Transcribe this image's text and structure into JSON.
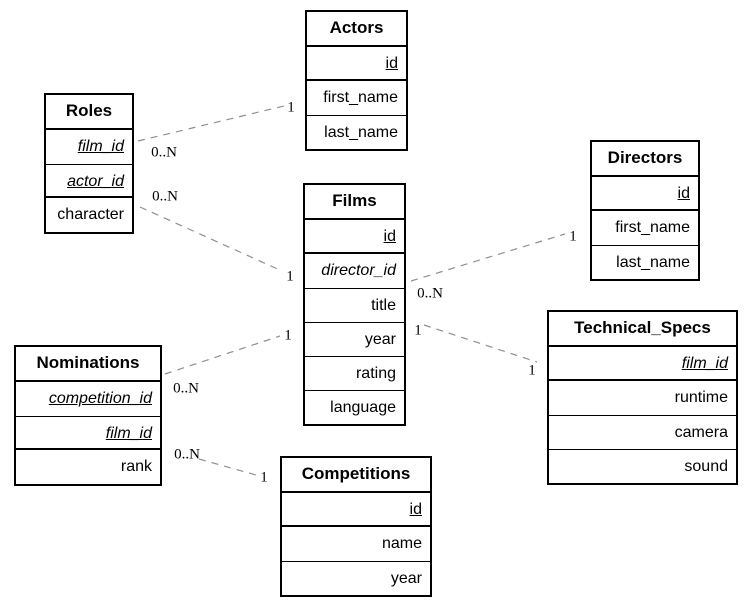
{
  "colors": {
    "connector": "#8f8f8f",
    "border": "#000000",
    "background": "#ffffff"
  },
  "entities": {
    "actors": {
      "title": "Actors",
      "fields": [
        "id",
        "first_name",
        "last_name"
      ]
    },
    "roles": {
      "title": "Roles",
      "fields": [
        "film_id",
        "actor_id",
        "character"
      ]
    },
    "films": {
      "title": "Films",
      "fields": [
        "id",
        "director_id",
        "title",
        "year",
        "rating",
        "language"
      ]
    },
    "directors": {
      "title": "Directors",
      "fields": [
        "id",
        "first_name",
        "last_name"
      ]
    },
    "technical_specs": {
      "title": "Technical_Specs",
      "fields": [
        "film_id",
        "runtime",
        "camera",
        "sound"
      ]
    },
    "nominations": {
      "title": "Nominations",
      "fields": [
        "competition_id",
        "film_id",
        "rank"
      ]
    },
    "competitions": {
      "title": "Competitions",
      "fields": [
        "id",
        "name",
        "year"
      ]
    }
  },
  "edges": [
    {
      "from": "Roles",
      "to": "Actors",
      "from_card": "0..N",
      "to_card": "1"
    },
    {
      "from": "Roles",
      "to": "Films",
      "from_card": "0..N",
      "to_card": "1"
    },
    {
      "from": "Films",
      "to": "Directors",
      "from_card": "0..N",
      "to_card": "1"
    },
    {
      "from": "Films",
      "to": "Technical_Specs",
      "from_card": "1",
      "to_card": "1"
    },
    {
      "from": "Nominations",
      "to": "Films",
      "from_card": "0..N",
      "to_card": "1"
    },
    {
      "from": "Nominations",
      "to": "Competitions",
      "from_card": "0..N",
      "to_card": "1"
    }
  ]
}
